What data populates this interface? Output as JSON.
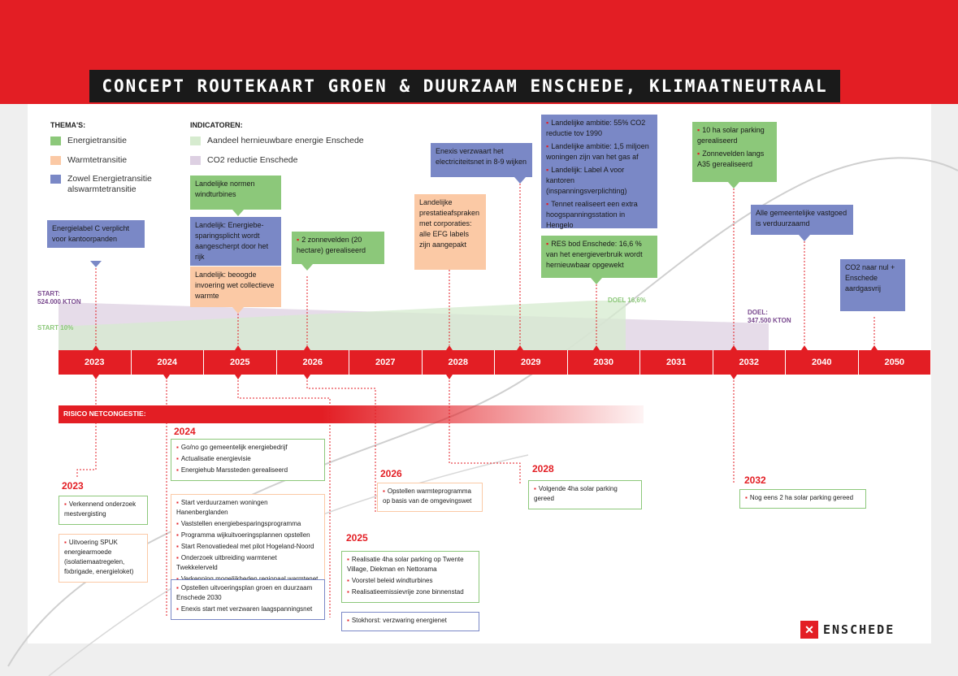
{
  "title": "CONCEPT ROUTEKAART GROEN & DUURZAAM ENSCHEDE, KLIMAATNEUTRAAL",
  "legend_themes": {
    "heading": "THEMA'S:",
    "items": [
      {
        "label": "Energietransitie",
        "color": "#8cc87a"
      },
      {
        "label": "Warmtetransitie",
        "color": "#fbc9a5"
      },
      {
        "label": "Zowel Energietransitie alswarmtetransitie",
        "color": "#7a88c6"
      }
    ]
  },
  "legend_indicators": {
    "heading": "INDICATOREN:",
    "items": [
      {
        "label": "Aandeel hernieuwbare energie Enschede",
        "color": "#d6ebcf"
      },
      {
        "label": "CO2 reductie Enschede",
        "color": "#ddd0e2"
      }
    ]
  },
  "indicator_labels": {
    "start_kton": "START:",
    "start_kton_value": "524.000 KTON",
    "start_pct": "START 10%",
    "doel_pct": "DOEL 16,6%",
    "doel_kton": "DOEL:",
    "doel_kton_value": "347.500 KTON"
  },
  "timeline": [
    "2023",
    "2024",
    "2025",
    "2026",
    "2027",
    "2028",
    "2029",
    "2030",
    "2031",
    "2032",
    "2040",
    "2050"
  ],
  "top_boxes": {
    "b2023": "Energielabel C verplicht voor kantoorpanden",
    "b2025a": "Landelijke normen windturbines",
    "b2025b": "Landelijk: Energiebe-sparingsplicht wordt aangescherpt door het rijk",
    "b2025c": "Landelijk: beoogde invoering wet collectieve warmte",
    "b2026": "2 zonnevelden (20 hectare) gerealiseerd",
    "b2028": "Landelijke prestatieafspraken met corporaties: alle EFG labels zijn aangepakt",
    "b2029": "Enexis verzwaart het electriciteitsnet in 8-9 wijken",
    "b2030a": [
      "Landelijke ambitie: 55% CO2 reductie tov 1990",
      "Landelijke ambitie: 1,5 miljoen woningen zijn van het gas af",
      "Landelijk: Label A voor kantoren (inspanningsverplichting)",
      "Tennet realiseert een extra hoogspanningsstation in Hengelo"
    ],
    "b2030b": "RES bod Enschede: 16,6 % van het energieverbruik wordt hernieuwbaar opgewekt",
    "b2032": [
      "10 ha solar parking gerealiseerd",
      "Zonnevelden langs A35 gerealiseerd"
    ],
    "b2040": "Alle gemeentelijke vastgoed is verduurzaamd",
    "b2050": "CO2 naar nul + Enschede aardgasvrij"
  },
  "risk_label": "RISICO NETCONGESTIE:",
  "bottom": {
    "y2023": "2023",
    "y2023_g": [
      "Verkennend onderzoek mestvergisting"
    ],
    "y2023_o": [
      "Uitvoering SPUK energiearmoede (isolatiemaatregelen, fixbrigade, energieloket)"
    ],
    "y2024": "2024",
    "y2024_g": [
      "Go/no go gemeentelijk energiebedrijf",
      "Actualisatie energievisie",
      "Energiehub Marssteden gerealiseerd"
    ],
    "y2024_o": [
      "Start verduurzamen woningen Hanenberglanden",
      "Vaststellen energiebesparingsprogramma",
      "Programma wijkuitvoeringsplannen opstellen",
      "Start Renovatiedeal met pilot Hogeland-Noord",
      "Onderzoek uitbreiding warmtenet Twekkelerveld",
      "Verkenning mogelijkheden regionaal warmtenet"
    ],
    "y2024_b": [
      "Opstellen uitvoeringsplan groen en duurzaam Enschede 2030",
      "Enexis start met verzwaren laagspanningsnet"
    ],
    "y2025": "2025",
    "y2025_g": [
      "Realisatie 4ha solar parking op Twente Village, Diekman en Nettorama",
      "Voorstel beleid windturbines",
      "Realisatieemissievrije zone binnenstad"
    ],
    "y2025_b": [
      "Stokhorst: verzwaring energienet"
    ],
    "y2026": "2026",
    "y2026_o": [
      "Opstellen warmteprogramma op basis van de omgevingswet"
    ],
    "y2028": "2028",
    "y2028_g": [
      "Volgende 4ha solar parking gereed"
    ],
    "y2032": "2032",
    "y2032_g": [
      "Nog eens 2 ha solar parking gereed"
    ]
  },
  "logo": "ENSCHEDE",
  "colors": {
    "red": "#e31e24",
    "green": "#8cc87a",
    "orange": "#fbc9a5",
    "blue": "#7a88c6"
  }
}
